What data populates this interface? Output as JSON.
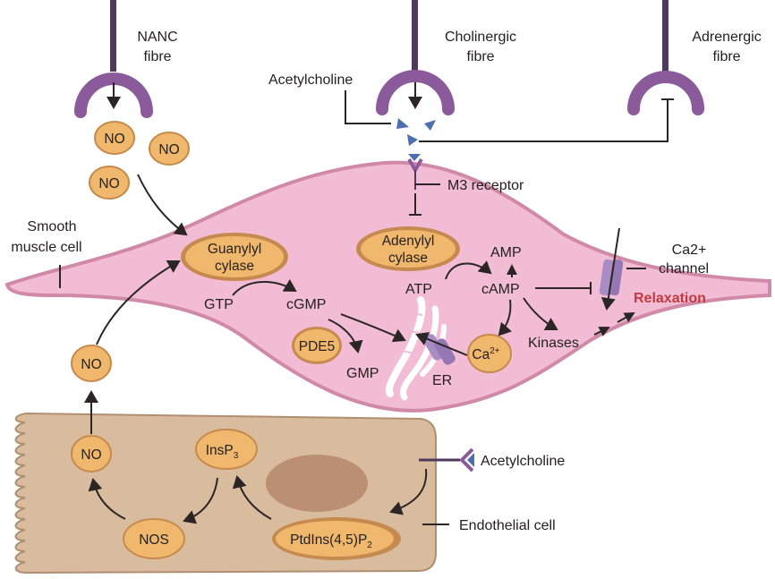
{
  "title": "Smooth muscle relaxation signalling pathways",
  "colors": {
    "smooth_muscle_fill": "#f1bcd4",
    "smooth_muscle_border": "#d08aa8",
    "endothelial_fill": "#d9bc9d",
    "endothelial_border": "#b08f70",
    "nucleus": "#bb8f73",
    "molecule_fill": "#f0b86c",
    "molecule_border": "#c68a4e",
    "fibre": "#4e3a5c",
    "terminal": "#8a5a9b",
    "ach_triangle": "#4e6fae",
    "channel": "#a98cc3",
    "relaxation_text": "#c2393f",
    "arrow": "#2b2526"
  },
  "fibres": {
    "nanc": {
      "line1": "NANC",
      "line2": "fibre"
    },
    "cholinergic": {
      "line1": "Cholinergic",
      "line2": "fibre"
    },
    "adrenergic": {
      "line1": "Adrenergic",
      "line2": "fibre"
    }
  },
  "labels": {
    "acetylcholine_top": "Acetylcholine",
    "m3_receptor": "M3 receptor",
    "smooth_muscle_line1": "Smooth",
    "smooth_muscle_line2": "muscle cell",
    "ca_channel_line1": "Ca2+",
    "ca_channel_line2": "channel",
    "relaxation": "Relaxation",
    "acetylcholine_bottom": "Acetylcholine",
    "endothelial_cell": "Endothelial cell",
    "er": "ER"
  },
  "molecules": {
    "no_nanc_1": "NO",
    "no_nanc_2": "NO",
    "no_nanc_3": "NO",
    "no_released": "NO",
    "no_endothelial": "NO",
    "guanylyl_line1": "Guanylyl",
    "guanylyl_line2": "cylase",
    "adenylyl_line1": "Adenylyl",
    "adenylyl_line2": "cylase",
    "pde5": "PDE5",
    "ca": "Ca",
    "ca_sup": "2+",
    "insp3": "InsP",
    "insp3_sub": "3",
    "nos": "NOS",
    "ptdins": "PtdIns(4,5)P",
    "ptdins_sub": "2"
  },
  "metabolites": {
    "gtp": "GTP",
    "cgmp": "cGMP",
    "gmp": "GMP",
    "atp": "ATP",
    "camp": "cAMP",
    "amp": "AMP",
    "kinases": "Kinases"
  }
}
